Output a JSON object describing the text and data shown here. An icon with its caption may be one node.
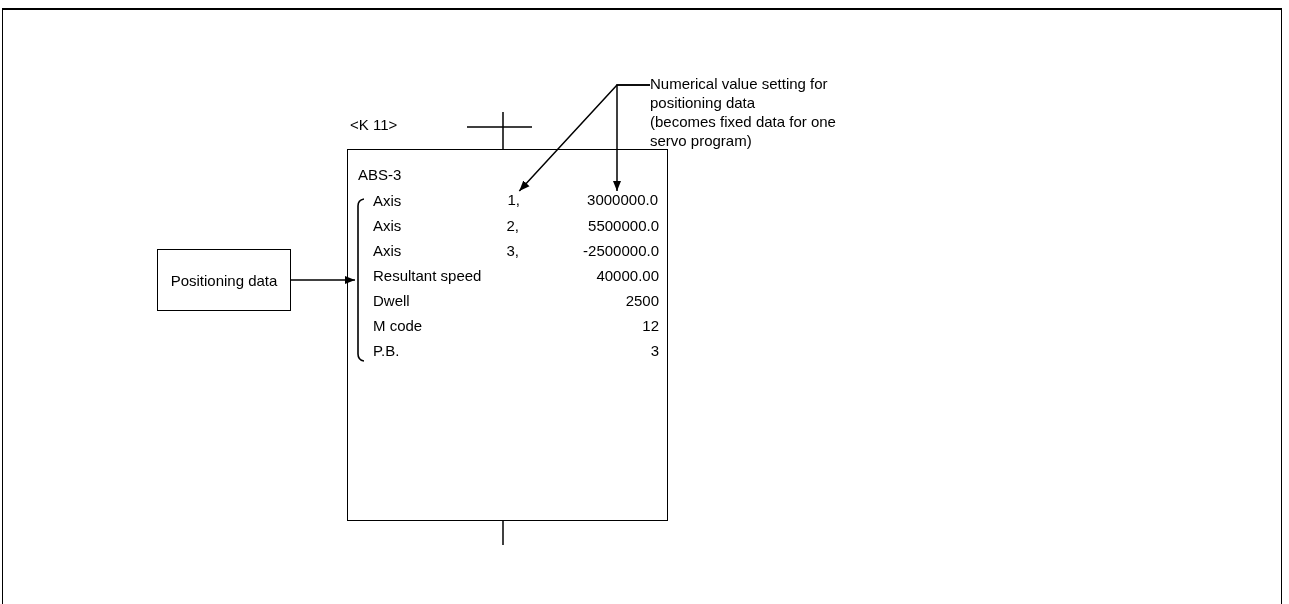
{
  "diagram": {
    "nodes": [
      {
        "text": [
          "Positioning data"
        ]
      },
      {
        "text": [
          "<K 11>",
          "ABS-3"
        ]
      },
      {
        "text": [],
        "shape": "bracket",
        "in": 1
      },
      {
        "text": [
          "Numerical value setting for positioning data",
          "(becomes fixed data for one servo program)"
        ]
      },
      {
        "text": [
          "1,"
        ],
        "in": 1
      },
      {
        "text": [
          "3000000.0"
        ],
        "in": 1
      }
    ],
    "edges": [
      {
        "from": 0,
        "to": 2,
        "arrow": "to"
      },
      {
        "from": 3,
        "to": 4,
        "arrow": "to"
      },
      {
        "from": 3,
        "to": 5,
        "arrow": "to"
      }
    ],
    "labels": [
      "Axis",
      "Axis",
      "2,",
      "5500000.0",
      "Axis",
      "3,",
      "-2500000.0",
      "Resultant speed",
      "40000.00",
      "Dwell",
      "2500",
      "M code",
      "12",
      "P.B.",
      "3"
    ]
  }
}
